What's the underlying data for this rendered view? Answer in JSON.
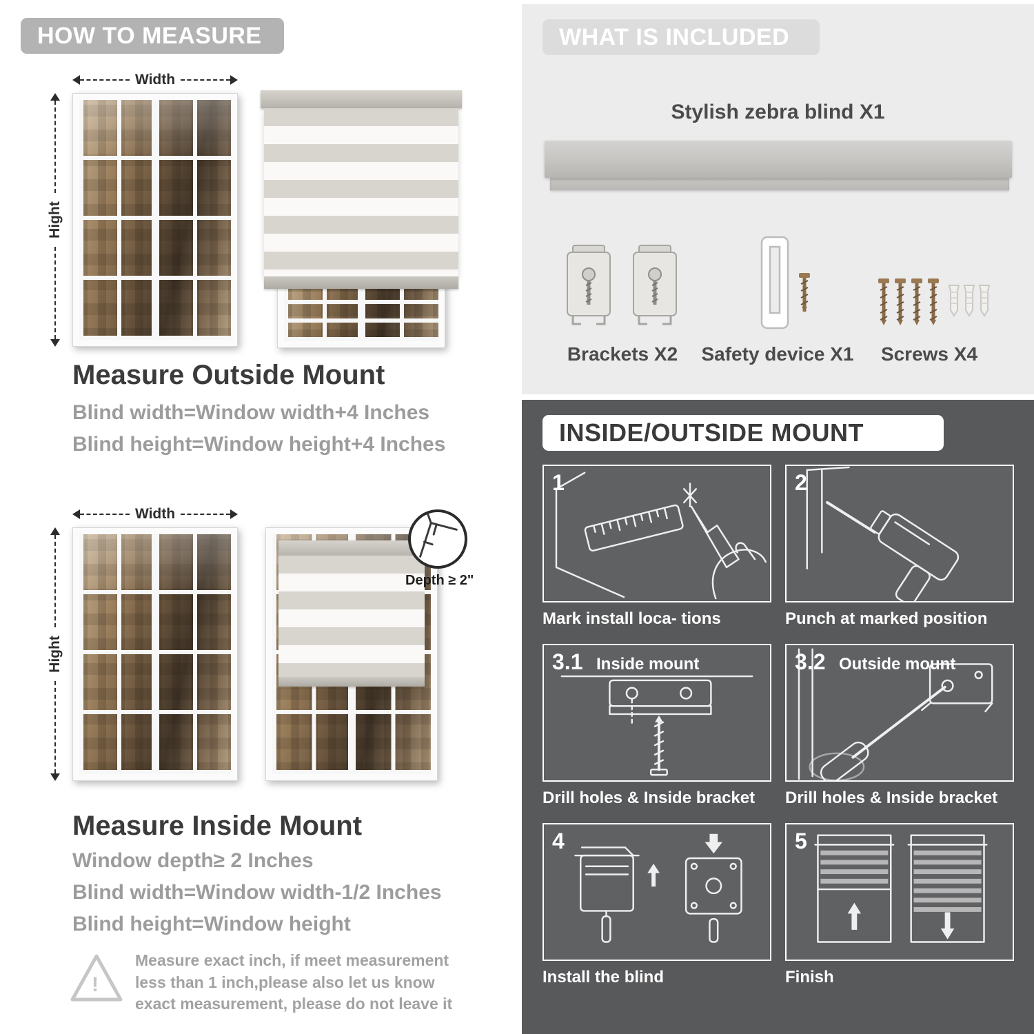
{
  "left": {
    "header": "HOW TO MEASURE",
    "outside": {
      "width_label": "Width",
      "height_label": "Hight",
      "title": "Measure Outside Mount",
      "lines": [
        "Blind width=Window width+4 Inches",
        "Blind height=Window height+4 Inches"
      ]
    },
    "inside": {
      "width_label": "Width",
      "height_label": "Hight",
      "depth_label": "Depth ≥ 2\"",
      "title": "Measure Inside Mount",
      "lines": [
        "Window depth≥ 2 Inches",
        "Blind width=Window width-1/2 Inches",
        "Blind height=Window height"
      ]
    },
    "warning_mark": "!",
    "warning_text": "Measure exact inch, if meet measurement less than 1 inch,please also let us know exact measurement, please do not leave it"
  },
  "included": {
    "header": "WHAT IS INCLUDED",
    "blind_label": "Stylish zebra blind X1",
    "items": [
      {
        "label": "Brackets X2"
      },
      {
        "label": "Safety device X1"
      },
      {
        "label": "Screws X4"
      }
    ]
  },
  "mount": {
    "header": "INSIDE/OUTSIDE MOUNT",
    "steps": [
      {
        "num": "1",
        "label": "",
        "caption": "Mark install loca- tions"
      },
      {
        "num": "2",
        "label": "",
        "caption": "Punch at  marked position"
      },
      {
        "num": "3.1",
        "label": "Inside mount",
        "caption": "Drill holes &  Inside bracket"
      },
      {
        "num": "3.2",
        "label": "Outside mount",
        "caption": "Drill holes &  Inside bracket"
      },
      {
        "num": "4",
        "label": "",
        "caption": "Install the blind"
      },
      {
        "num": "5",
        "label": "",
        "caption": "Finish"
      }
    ]
  }
}
